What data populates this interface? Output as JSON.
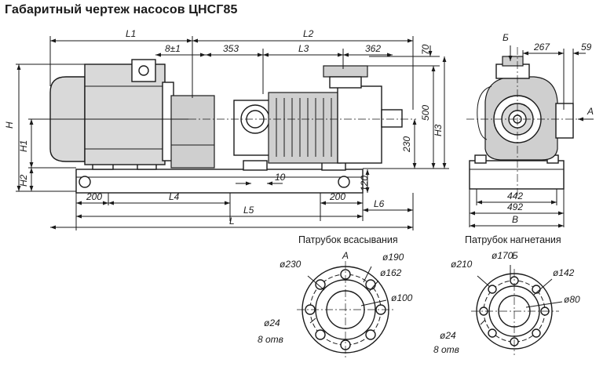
{
  "title": "Габаритный чертеж насосов ЦНСГ85",
  "dimensions": {
    "L1": "L1",
    "L2": "L2",
    "L3": "L3",
    "L4": "L4",
    "L5": "L5",
    "L6": "L6",
    "L": "L",
    "H": "H",
    "H1": "H1",
    "H2": "H2",
    "H3": "H3",
    "B": "B",
    "d8": "8±1",
    "d353": "353",
    "d362": "362",
    "d70": "70",
    "d500": "500",
    "d230": "230",
    "d10": "10",
    "d120": "120",
    "d200a": "200",
    "d200b": "200",
    "d267": "267",
    "d59": "59",
    "d442": "442",
    "d492": "492"
  },
  "views": {
    "A_arrow": "A",
    "B_arrow": "Б"
  },
  "suction": {
    "caption": "Патрубок всасывания",
    "letter": "А",
    "d_outer": "ø230",
    "d_bolt": "ø190",
    "d_face": "ø162",
    "d_bore": "ø100",
    "d_hole": "ø24",
    "holes": "8 отв"
  },
  "discharge": {
    "caption": "Патрубок нагнетания",
    "letter": "Б",
    "d_outer": "ø210",
    "d_bolt": "ø170",
    "d_face": "ø142",
    "d_bore": "ø80",
    "d_hole": "ø24",
    "holes": "8 отв"
  }
}
